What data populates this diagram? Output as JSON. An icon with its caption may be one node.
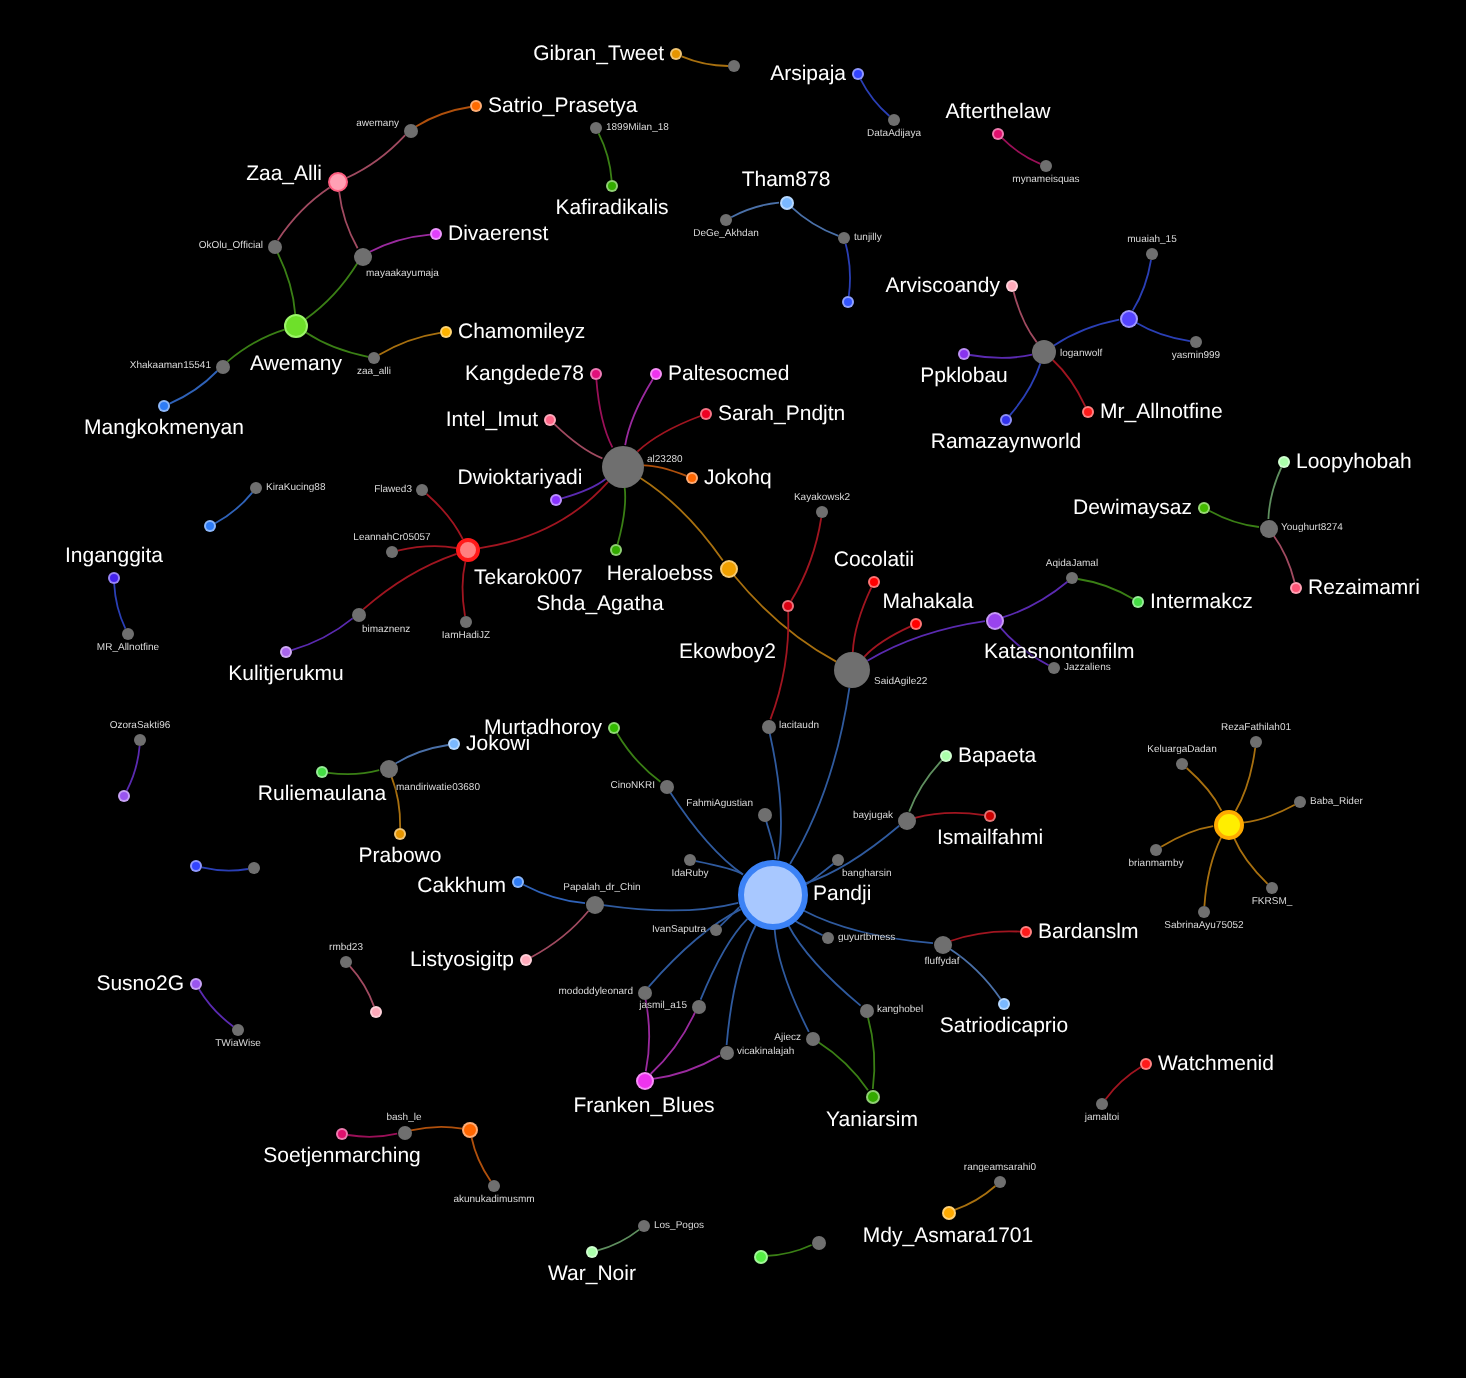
{
  "diagram": {
    "nodes": [
      {
        "text": [],
        "shape": "circle",
        "beside": [
          "Gibran_Tweet"
        ]
      },
      {
        "text": [],
        "shape": "circle"
      },
      {
        "text": [],
        "shape": "circle",
        "beside": [
          "Arsipaja"
        ]
      },
      {
        "text": [],
        "shape": "circle",
        "beside": [
          "Satrio_Prasetya"
        ]
      },
      {
        "text": [],
        "shape": "circle",
        "beside": [
          "DataAdijaya"
        ]
      },
      {
        "text": [],
        "shape": "circle",
        "beside": [
          "awemany"
        ]
      },
      {
        "text": [],
        "shape": "circle",
        "beside": [
          "1899Milan_18"
        ]
      },
      {
        "text": [],
        "shape": "circle",
        "beside": [
          "Afterthelaw"
        ]
      },
      {
        "text": [],
        "shape": "circle",
        "beside": [
          "mynameisquas"
        ]
      },
      {
        "text": [],
        "shape": "circle",
        "beside": [
          "Zaa_Alli"
        ]
      },
      {
        "text": [],
        "shape": "circle",
        "beside": [
          "Kafiradikalis"
        ]
      },
      {
        "text": [],
        "shape": "circle",
        "beside": [
          "Tham878"
        ]
      },
      {
        "text": [],
        "shape": "circle",
        "beside": [
          "DeGe_Akhdan"
        ]
      },
      {
        "text": [],
        "shape": "circle",
        "beside": [
          "Divaerenst"
        ]
      },
      {
        "text": [],
        "shape": "circle",
        "beside": [
          "tunjilly"
        ]
      },
      {
        "text": [],
        "shape": "circle",
        "beside": [
          "OkOlu_Official"
        ]
      },
      {
        "text": [],
        "shape": "circle",
        "beside": [
          "mayaakayumaja"
        ]
      },
      {
        "text": [],
        "shape": "circle",
        "beside": [
          "muaiah_15"
        ]
      },
      {
        "text": [],
        "shape": "circle",
        "beside": [
          "Arviscoandy"
        ]
      },
      {
        "text": [],
        "shape": "circle"
      },
      {
        "text": [],
        "shape": "circle"
      },
      {
        "text": [],
        "shape": "circle",
        "beside": [
          "Awemany"
        ]
      },
      {
        "text": [],
        "shape": "circle",
        "beside": [
          "Chamomileyz"
        ]
      },
      {
        "text": [],
        "shape": "circle",
        "beside": [
          "yasmin999"
        ]
      },
      {
        "text": [],
        "shape": "circle",
        "beside": [
          "loganwolf"
        ]
      },
      {
        "text": [],
        "shape": "circle",
        "beside": [
          "Ppklobau"
        ]
      },
      {
        "text": [],
        "shape": "circle",
        "beside": [
          "zaa_alli"
        ]
      },
      {
        "text": [],
        "shape": "circle",
        "beside": [
          "Xhakaaman15541"
        ]
      },
      {
        "text": [],
        "shape": "circle",
        "beside": [
          "Kangdede78"
        ]
      },
      {
        "text": [],
        "shape": "circle",
        "beside": [
          "Paltesocmed"
        ]
      },
      {
        "text": [],
        "shape": "circle",
        "beside": [
          "Mangkokmenyan"
        ]
      },
      {
        "text": [],
        "shape": "circle",
        "beside": [
          "Sarah_Pndjtn"
        ]
      },
      {
        "text": [],
        "shape": "circle",
        "beside": [
          "Mr_Allnotfine"
        ]
      },
      {
        "text": [],
        "shape": "circle",
        "beside": [
          "Intel_Imut"
        ]
      },
      {
        "text": [],
        "shape": "circle",
        "beside": [
          "Ramazaynworld"
        ]
      },
      {
        "text": [],
        "shape": "circle",
        "beside": [
          "Loopyhobah"
        ]
      },
      {
        "text": [],
        "shape": "circle",
        "beside": [
          "al23280"
        ]
      },
      {
        "text": [],
        "shape": "circle",
        "beside": [
          "Jokohq"
        ]
      },
      {
        "text": [],
        "shape": "circle",
        "beside": [
          "KiraKucing88"
        ]
      },
      {
        "text": [],
        "shape": "circle",
        "beside": [
          "Flawed3"
        ]
      },
      {
        "text": [],
        "shape": "circle",
        "beside": [
          "Dwioktariyadi"
        ]
      },
      {
        "text": [],
        "shape": "circle",
        "beside": [
          "Dewimaysaz"
        ]
      },
      {
        "text": [],
        "shape": "circle",
        "beside": [
          "Kayakowsk2"
        ]
      },
      {
        "text": [],
        "shape": "circle"
      },
      {
        "text": [],
        "shape": "circle",
        "beside": [
          "Youghurt8274"
        ]
      },
      {
        "text": [],
        "shape": "circle",
        "beside": [
          "Tekarok007"
        ]
      },
      {
        "text": [],
        "shape": "circle",
        "beside": [
          "Shda_Agatha"
        ]
      },
      {
        "text": [],
        "shape": "circle",
        "beside": [
          "LeannahCr05057"
        ]
      },
      {
        "text": [],
        "shape": "circle",
        "beside": [
          "Heraloebss"
        ]
      },
      {
        "text": [],
        "shape": "circle",
        "beside": [
          "Inganggita"
        ]
      },
      {
        "text": [],
        "shape": "circle",
        "beside": [
          "AqidaJamal"
        ]
      },
      {
        "text": [],
        "shape": "circle",
        "beside": [
          "Cocolatii"
        ]
      },
      {
        "text": [],
        "shape": "circle",
        "beside": [
          "Rezaimamri"
        ]
      },
      {
        "text": [],
        "shape": "circle",
        "beside": [
          "Intermakcz"
        ]
      },
      {
        "text": [],
        "shape": "circle",
        "beside": [
          "Ekowboy2"
        ]
      },
      {
        "text": [],
        "shape": "circle",
        "beside": [
          "bimaznenz"
        ]
      },
      {
        "text": [],
        "shape": "circle",
        "beside": [
          "Katasnontonfilm"
        ]
      },
      {
        "text": [],
        "shape": "circle",
        "beside": [
          "IamHadiJZ"
        ]
      },
      {
        "text": [],
        "shape": "circle",
        "beside": [
          "Mahakala"
        ]
      },
      {
        "text": [],
        "shape": "circle",
        "beside": [
          "MR_Allnotfine"
        ]
      },
      {
        "text": [],
        "shape": "circle",
        "beside": [
          "Kulitjerukmu"
        ]
      },
      {
        "text": [],
        "shape": "circle",
        "beside": [
          "Jazzaliens"
        ]
      },
      {
        "text": [],
        "shape": "circle",
        "beside": [
          "SaidAgile22"
        ]
      },
      {
        "text": [],
        "shape": "circle",
        "beside": [
          "lacitaudn"
        ]
      },
      {
        "text": [],
        "shape": "circle",
        "beside": [
          "Murtadhoroy"
        ]
      },
      {
        "text": [],
        "shape": "circle",
        "beside": [
          "OzoraSakti96"
        ]
      },
      {
        "text": [],
        "shape": "circle",
        "beside": [
          "Jokowi"
        ]
      },
      {
        "text": [],
        "shape": "circle",
        "beside": [
          "Bapaeta"
        ]
      },
      {
        "text": [],
        "shape": "circle",
        "beside": [
          "RezaFathilah01"
        ]
      },
      {
        "text": [],
        "shape": "circle",
        "beside": [
          "KeluargaDadan"
        ]
      },
      {
        "text": [],
        "shape": "circle",
        "beside": [
          "mandiriwatie03680"
        ]
      },
      {
        "text": [],
        "shape": "circle",
        "beside": [
          "Ruliemaulana"
        ]
      },
      {
        "text": [],
        "shape": "circle",
        "beside": [
          "CinoNKRI"
        ]
      },
      {
        "text": [],
        "shape": "circle"
      },
      {
        "text": [],
        "shape": "circle",
        "beside": [
          "Baba_Rider"
        ]
      },
      {
        "text": [],
        "shape": "circle",
        "beside": [
          "FahmiAgustian"
        ]
      },
      {
        "text": [],
        "shape": "circle",
        "beside": [
          "Ismailfahmi"
        ]
      },
      {
        "text": [],
        "shape": "circle",
        "beside": [
          "bayjugak"
        ]
      },
      {
        "text": [],
        "shape": "circle"
      },
      {
        "text": [],
        "shape": "circle",
        "beside": [
          "Prabowo"
        ]
      },
      {
        "text": [],
        "shape": "circle",
        "beside": [
          "brianmamby"
        ]
      },
      {
        "text": [],
        "shape": "circle",
        "beside": [
          "IdaRuby"
        ]
      },
      {
        "text": [],
        "shape": "circle",
        "beside": [
          "bangharsin"
        ]
      },
      {
        "text": [],
        "shape": "circle"
      },
      {
        "text": [],
        "shape": "circle"
      },
      {
        "text": [],
        "shape": "circle",
        "beside": [
          "Cakkhum"
        ]
      },
      {
        "text": [],
        "shape": "circle",
        "beside": [
          "FKRSM_"
        ]
      },
      {
        "text": [],
        "shape": "circle",
        "beside": [
          "Pandji"
        ]
      },
      {
        "text": [],
        "shape": "circle",
        "beside": [
          "Papalah_dr_Chin"
        ]
      },
      {
        "text": [],
        "shape": "circle",
        "beside": [
          "SabrinaAyu75052"
        ]
      },
      {
        "text": [],
        "shape": "circle",
        "beside": [
          "IvanSaputra"
        ]
      },
      {
        "text": [],
        "shape": "circle",
        "beside": [
          "Bardanslm"
        ]
      },
      {
        "text": [],
        "shape": "circle",
        "beside": [
          "guyurtbmess"
        ]
      },
      {
        "text": [],
        "shape": "circle",
        "beside": [
          "fluffydaf"
        ]
      },
      {
        "text": [],
        "shape": "circle",
        "beside": [
          "Listyosigitp"
        ]
      },
      {
        "text": [],
        "shape": "circle",
        "beside": [
          "rmbd23"
        ]
      },
      {
        "text": [],
        "shape": "circle",
        "beside": [
          "Susno2G"
        ]
      },
      {
        "text": [],
        "shape": "circle",
        "beside": [
          "mododdyleonard"
        ]
      },
      {
        "text": [],
        "shape": "circle",
        "beside": [
          "Satriodicaprio"
        ]
      },
      {
        "text": [],
        "shape": "circle",
        "beside": [
          "jasmil_a15"
        ]
      },
      {
        "text": [],
        "shape": "circle",
        "beside": [
          "kanghobel"
        ]
      },
      {
        "text": [],
        "shape": "circle"
      },
      {
        "text": [],
        "shape": "circle",
        "beside": [
          "TWiaWise"
        ]
      },
      {
        "text": [],
        "shape": "circle",
        "beside": [
          "Ajiecz"
        ]
      },
      {
        "text": [],
        "shape": "circle",
        "beside": [
          "vicakinalajah"
        ]
      },
      {
        "text": [],
        "shape": "circle",
        "beside": [
          "Watchmenid"
        ]
      },
      {
        "text": [],
        "shape": "circle",
        "beside": [
          "Franken_Blues"
        ]
      },
      {
        "text": [],
        "shape": "circle",
        "beside": [
          "Yaniarsim"
        ]
      },
      {
        "text": [],
        "shape": "circle",
        "beside": [
          "jamaltoi"
        ]
      },
      {
        "text": [],
        "shape": "circle"
      },
      {
        "text": [],
        "shape": "circle",
        "beside": [
          "bash_le"
        ]
      },
      {
        "text": [],
        "shape": "circle",
        "beside": [
          "Soetjenmarching"
        ]
      },
      {
        "text": [],
        "shape": "circle",
        "beside": [
          "rangeamsarahi0"
        ]
      },
      {
        "text": [],
        "shape": "circle",
        "beside": [
          "akunukadimusmm"
        ]
      },
      {
        "text": [],
        "shape": "circle",
        "beside": [
          "Mdy_Asmara1701"
        ]
      },
      {
        "text": [],
        "shape": "circle",
        "beside": [
          "Los_Pogos"
        ]
      },
      {
        "text": [],
        "shape": "circle"
      },
      {
        "text": [],
        "shape": "circle",
        "beside": [
          "War_Noir"
        ]
      },
      {
        "text": [],
        "shape": "circle"
      }
    ],
    "edges": [
      {
        "from": 0,
        "to": 1,
        "arrow": "none",
        "color": "#a8700f"
      },
      {
        "from": 2,
        "to": 4,
        "arrow": "none",
        "color": "#2a3fb5"
      },
      {
        "from": 3,
        "to": 5,
        "arrow": "none",
        "color": "#b0500c"
      },
      {
        "from": 9,
        "to": 5,
        "arrow": "none",
        "color": "#a04a60"
      },
      {
        "from": 7,
        "to": 8,
        "arrow": "none",
        "color": "#9a1058"
      },
      {
        "from": 10,
        "to": 6,
        "arrow": "none",
        "color": "#3a7f15"
      },
      {
        "from": 11,
        "to": 12,
        "arrow": "none",
        "color": "#4a70a8"
      },
      {
        "from": 11,
        "to": 14,
        "arrow": "none",
        "color": "#4a70a8"
      },
      {
        "from": 19,
        "to": 14,
        "arrow": "none",
        "color": "#2a3fb5"
      },
      {
        "from": 9,
        "to": 15,
        "arrow": "none",
        "color": "#a04a60"
      },
      {
        "from": 9,
        "to": 16,
        "arrow": "none",
        "color": "#a04a60"
      },
      {
        "from": 13,
        "to": 16,
        "arrow": "none",
        "color": "#9a2a9e"
      },
      {
        "from": 21,
        "to": 15,
        "arrow": "none",
        "color": "#3a7f15"
      },
      {
        "from": 21,
        "to": 16,
        "arrow": "none",
        "color": "#3a7f15"
      },
      {
        "from": 21,
        "to": 26,
        "arrow": "none",
        "color": "#3a7f15"
      },
      {
        "from": 22,
        "to": 26,
        "arrow": "none",
        "color": "#a8700f"
      },
      {
        "from": 21,
        "to": 27,
        "arrow": "none",
        "color": "#3a7f15"
      },
      {
        "from": 30,
        "to": 27,
        "arrow": "none",
        "color": "#2f62b8"
      },
      {
        "from": 20,
        "to": 17,
        "arrow": "none",
        "color": "#2a3fb5"
      },
      {
        "from": 20,
        "to": 23,
        "arrow": "none",
        "color": "#2a3fb5"
      },
      {
        "from": 20,
        "to": 24,
        "arrow": "none",
        "color": "#2a3fb5"
      },
      {
        "from": 18,
        "to": 24,
        "arrow": "none",
        "color": "#a04a60"
      },
      {
        "from": 25,
        "to": 24,
        "arrow": "none",
        "color": "#5a2ab0"
      },
      {
        "from": 34,
        "to": 24,
        "arrow": "none",
        "color": "#2a3fb5"
      },
      {
        "from": 32,
        "to": 24,
        "arrow": "none",
        "color": "#a01520"
      },
      {
        "from": 28,
        "to": 36,
        "arrow": "none",
        "color": "#9a1058"
      },
      {
        "from": 29,
        "to": 36,
        "arrow": "none",
        "color": "#9a2a9e"
      },
      {
        "from": 33,
        "to": 36,
        "arrow": "none",
        "color": "#a04a60"
      },
      {
        "from": 31,
        "to": 36,
        "arrow": "none",
        "color": "#a01520"
      },
      {
        "from": 37,
        "to": 36,
        "arrow": "none",
        "color": "#b0500c"
      },
      {
        "from": 40,
        "to": 36,
        "arrow": "none",
        "color": "#5a2ab0"
      },
      {
        "from": 46,
        "to": 36,
        "arrow": "none",
        "color": "#3a7f15"
      },
      {
        "from": 45,
        "to": 36,
        "arrow": "none",
        "color": "#a01520"
      },
      {
        "from": 48,
        "to": 36,
        "arrow": "none",
        "color": "#a8700f"
      },
      {
        "from": 48,
        "to": 62,
        "arrow": "none",
        "color": "#a8700f"
      },
      {
        "from": 54,
        "to": 42,
        "arrow": "none",
        "color": "#a01520"
      },
      {
        "from": 54,
        "to": 63,
        "arrow": "none",
        "color": "#a01520"
      },
      {
        "from": 51,
        "to": 62,
        "arrow": "none",
        "color": "#a01520"
      },
      {
        "from": 58,
        "to": 62,
        "arrow": "none",
        "color": "#a01520"
      },
      {
        "from": 56,
        "to": 62,
        "arrow": "none",
        "color": "#5a2ab0"
      },
      {
        "from": 56,
        "to": 50,
        "arrow": "none",
        "color": "#5a2ab0"
      },
      {
        "from": 53,
        "to": 50,
        "arrow": "none",
        "color": "#3a7f15"
      },
      {
        "from": 56,
        "to": 61,
        "arrow": "none",
        "color": "#5a2ab0"
      },
      {
        "from": 35,
        "to": 44,
        "arrow": "none",
        "color": "#5f8f5f"
      },
      {
        "from": 41,
        "to": 44,
        "arrow": "none",
        "color": "#3a7f15"
      },
      {
        "from": 52,
        "to": 44,
        "arrow": "none",
        "color": "#a04a60"
      },
      {
        "from": 45,
        "to": 39,
        "arrow": "none",
        "color": "#a01520"
      },
      {
        "from": 45,
        "to": 47,
        "arrow": "none",
        "color": "#a01520"
      },
      {
        "from": 45,
        "to": 55,
        "arrow": "none",
        "color": "#a01520"
      },
      {
        "from": 45,
        "to": 57,
        "arrow": "none",
        "color": "#a01520"
      },
      {
        "from": 60,
        "to": 55,
        "arrow": "none",
        "color": "#5a2ab0"
      },
      {
        "from": 43,
        "to": 38,
        "arrow": "none",
        "color": "#2f62b8"
      },
      {
        "from": 49,
        "to": 59,
        "arrow": "none",
        "color": "#2a3fb5"
      },
      {
        "from": 87,
        "to": 62,
        "arrow": "none"
      },
      {
        "from": 87,
        "to": 63,
        "arrow": "none"
      },
      {
        "from": 87,
        "to": 75,
        "arrow": "none"
      },
      {
        "from": 87,
        "to": 72,
        "arrow": "none"
      },
      {
        "from": 87,
        "to": 81,
        "arrow": "none"
      },
      {
        "from": 87,
        "to": 82,
        "arrow": "none"
      },
      {
        "from": 87,
        "to": 77,
        "arrow": "none"
      },
      {
        "from": 87,
        "to": 88,
        "arrow": "none"
      },
      {
        "from": 87,
        "to": 90,
        "arrow": "none"
      },
      {
        "from": 87,
        "to": 92,
        "arrow": "none"
      },
      {
        "from": 87,
        "to": 93,
        "arrow": "none"
      },
      {
        "from": 87,
        "to": 97,
        "arrow": "none"
      },
      {
        "from": 87,
        "to": 99,
        "arrow": "none"
      },
      {
        "from": 87,
        "to": 104,
        "arrow": "none"
      },
      {
        "from": 87,
        "to": 103,
        "arrow": "none"
      },
      {
        "from": 87,
        "to": 100,
        "arrow": "none"
      },
      {
        "from": 64,
        "to": 72,
        "arrow": "none",
        "color": "#3a7f15"
      },
      {
        "from": 67,
        "to": 77,
        "arrow": "none",
        "color": "#5f8f5f"
      },
      {
        "from": 76,
        "to": 77,
        "arrow": "none",
        "color": "#a01520"
      },
      {
        "from": 85,
        "to": 88,
        "arrow": "none",
        "color": "#2f62b8"
      },
      {
        "from": 94,
        "to": 88,
        "arrow": "none",
        "color": "#a04a60"
      },
      {
        "from": 91,
        "to": 93,
        "arrow": "none",
        "color": "#a01520"
      },
      {
        "from": 98,
        "to": 93,
        "arrow": "none",
        "color": "#4a70a8"
      },
      {
        "from": 106,
        "to": 97,
        "arrow": "none",
        "color": "#9a2a9e"
      },
      {
        "from": 106,
        "to": 99,
        "arrow": "none",
        "color": "#9a2a9e"
      },
      {
        "from": 106,
        "to": 104,
        "arrow": "none",
        "color": "#9a2a9e"
      },
      {
        "from": 107,
        "to": 103,
        "arrow": "none",
        "color": "#3a7f15"
      },
      {
        "from": 107,
        "to": 100,
        "arrow": "none",
        "color": "#3a7f15"
      },
      {
        "from": 73,
        "to": 65,
        "arrow": "none",
        "color": "#5a2ab0"
      },
      {
        "from": 71,
        "to": 70,
        "arrow": "none",
        "color": "#3a7f15"
      },
      {
        "from": 66,
        "to": 70,
        "arrow": "none",
        "color": "#4a70a8"
      },
      {
        "from": 79,
        "to": 70,
        "arrow": "none",
        "color": "#a8700f"
      },
      {
        "from": 83,
        "to": 84,
        "arrow": "none",
        "color": "#2a3fb5"
      },
      {
        "from": 96,
        "to": 102,
        "arrow": "none",
        "color": "#5a2ab0"
      },
      {
        "from": 101,
        "to": 95,
        "arrow": "none",
        "color": "#a04a60"
      },
      {
        "from": 111,
        "to": 110,
        "arrow": "none",
        "color": "#9a1058"
      },
      {
        "from": 109,
        "to": 110,
        "arrow": "none",
        "color": "#b0500c"
      },
      {
        "from": 109,
        "to": 113,
        "arrow": "none",
        "color": "#b0500c"
      },
      {
        "from": 105,
        "to": 108,
        "arrow": "none",
        "color": "#a01520"
      },
      {
        "from": 114,
        "to": 112,
        "arrow": "none",
        "color": "#a8700f"
      },
      {
        "from": 117,
        "to": 115,
        "arrow": "none",
        "color": "#5f8f5f"
      },
      {
        "from": 118,
        "to": 116,
        "arrow": "none",
        "color": "#3a7f15"
      },
      {
        "from": 78,
        "to": 69,
        "arrow": "none",
        "color": "#a8700f"
      },
      {
        "from": 78,
        "to": 68,
        "arrow": "none",
        "color": "#a8700f"
      },
      {
        "from": 78,
        "to": 74,
        "arrow": "none",
        "color": "#a8700f"
      },
      {
        "from": 78,
        "to": 80,
        "arrow": "none",
        "color": "#a8700f"
      },
      {
        "from": 78,
        "to": 86,
        "arrow": "none",
        "color": "#a8700f"
      },
      {
        "from": 78,
        "to": 89,
        "arrow": "none",
        "color": "#a8700f"
      }
    ]
  }
}
